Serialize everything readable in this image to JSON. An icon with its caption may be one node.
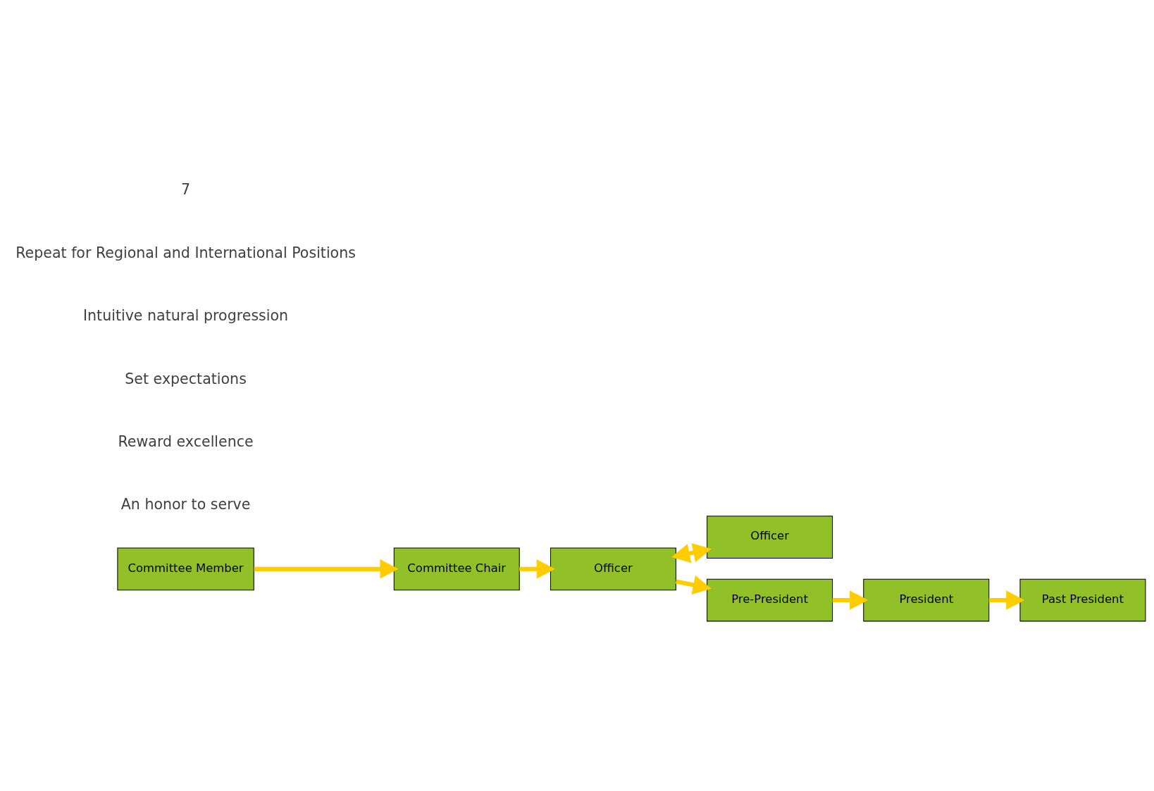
{
  "diagram": {
    "nodes": [
      {
        "text": [
          "Committee Member"
        ]
      },
      {
        "text": [
          "Committee Chair"
        ]
      },
      {
        "text": [
          "Officer"
        ]
      },
      {
        "text": [
          "Officer"
        ]
      },
      {
        "text": [
          "Pre-President"
        ]
      },
      {
        "text": [
          "President"
        ]
      },
      {
        "text": [
          "Past President"
        ]
      }
    ],
    "edges": [
      {
        "from": 0,
        "to": 1,
        "arrow": "to"
      },
      {
        "from": 1,
        "to": 2,
        "arrow": "to"
      },
      {
        "from": 2,
        "to": 3,
        "arrow": "both"
      },
      {
        "from": 2,
        "to": 4,
        "arrow": "to"
      },
      {
        "from": 4,
        "to": 5,
        "arrow": "to"
      },
      {
        "from": 5,
        "to": 6,
        "arrow": "to"
      }
    ],
    "labels": [
      "Intuitive natural progression",
      "Set expectations",
      "Reward excellence",
      "An honor to serve",
      "Repeat for Regional and International Positions",
      "7"
    ]
  }
}
